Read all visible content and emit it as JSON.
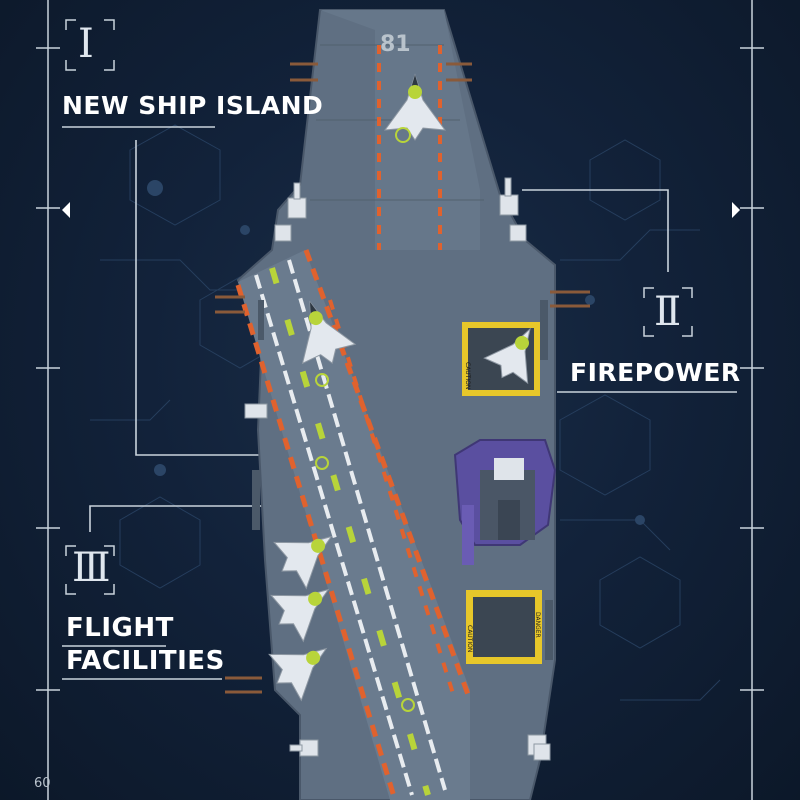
{
  "sections": [
    {
      "numeral": "Ⅰ",
      "title": "NEW SHIP ISLAND"
    },
    {
      "numeral": "Ⅱ",
      "title": "FIREPOWER"
    },
    {
      "numeral": "Ⅲ",
      "title_lines": [
        "FLIGHT",
        "FACILITIES"
      ]
    }
  ],
  "hull_number": "81",
  "deck_markings": {
    "caution": "CAUTION",
    "danger": "DANGER"
  },
  "page_number": "60",
  "colors": {
    "background": "#0e1a2c",
    "deck": "#5f6f82",
    "stripe_orange": "#e0622e",
    "stripe_lime": "#b8d43a",
    "hazard_yellow": "#e7c72a",
    "elevator_purple": "#5a4fa0",
    "line": "#c9d3dc"
  },
  "icons": [
    "arrow-left-icon",
    "arrow-right-icon",
    "fighter-jet-icon",
    "cannon-turret-icon"
  ]
}
